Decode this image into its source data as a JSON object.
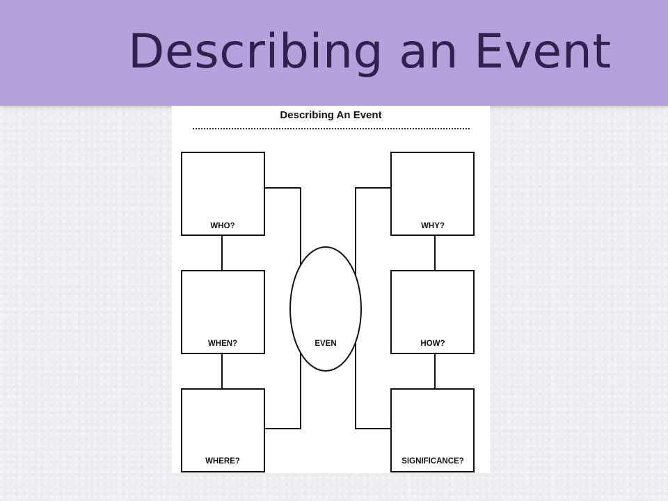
{
  "slide": {
    "title": "Describing an Event",
    "accent_color": "#b3a2dc",
    "title_color": "#33204e"
  },
  "worksheet": {
    "title": "Describing An Event",
    "center_label": "EVEN",
    "boxes": {
      "who": "WHO?",
      "when": "WHEN?",
      "where": "WHERE?",
      "why": "WHY?",
      "how": "HOW?",
      "significance": "SIGNIFICANCE?"
    }
  }
}
